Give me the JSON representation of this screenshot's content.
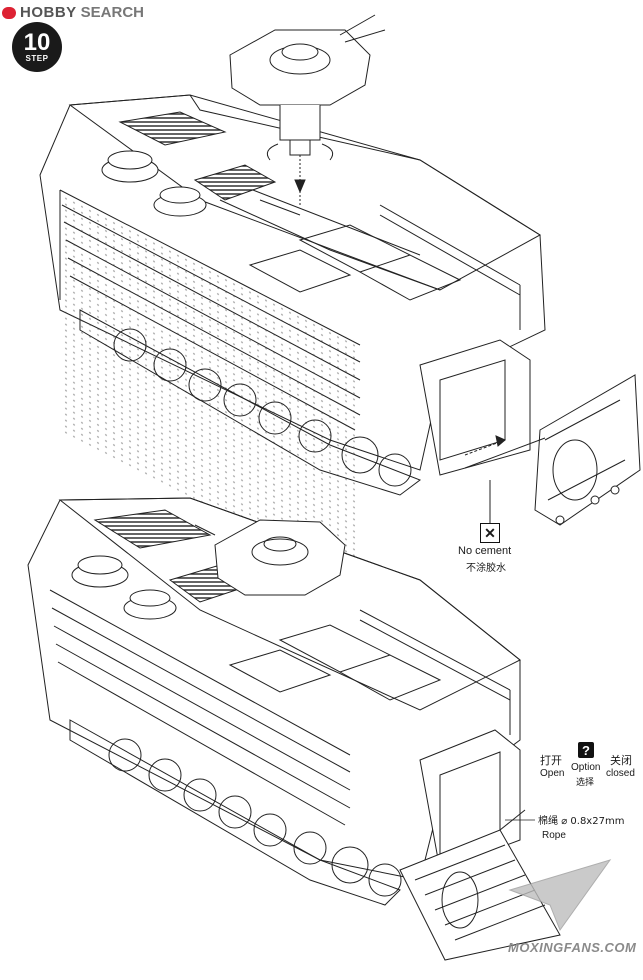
{
  "header": {
    "logo_text": "HOBBY",
    "logo_search": "SEARCH"
  },
  "step": {
    "number": "10",
    "word": "STEP"
  },
  "callouts": {
    "no_cement": {
      "en": "No cement",
      "cn": "不涂胶水"
    },
    "open": {
      "cn": "打开",
      "en": "Open"
    },
    "option": {
      "symbol": "?",
      "en": "Option",
      "cn": "选择"
    },
    "closed": {
      "cn": "关闭",
      "en": "closed"
    },
    "rope": {
      "cn": "棉绳",
      "spec": "0.8x27mm",
      "en": "Rope"
    }
  },
  "watermark": "MOXINGFANS.COM"
}
